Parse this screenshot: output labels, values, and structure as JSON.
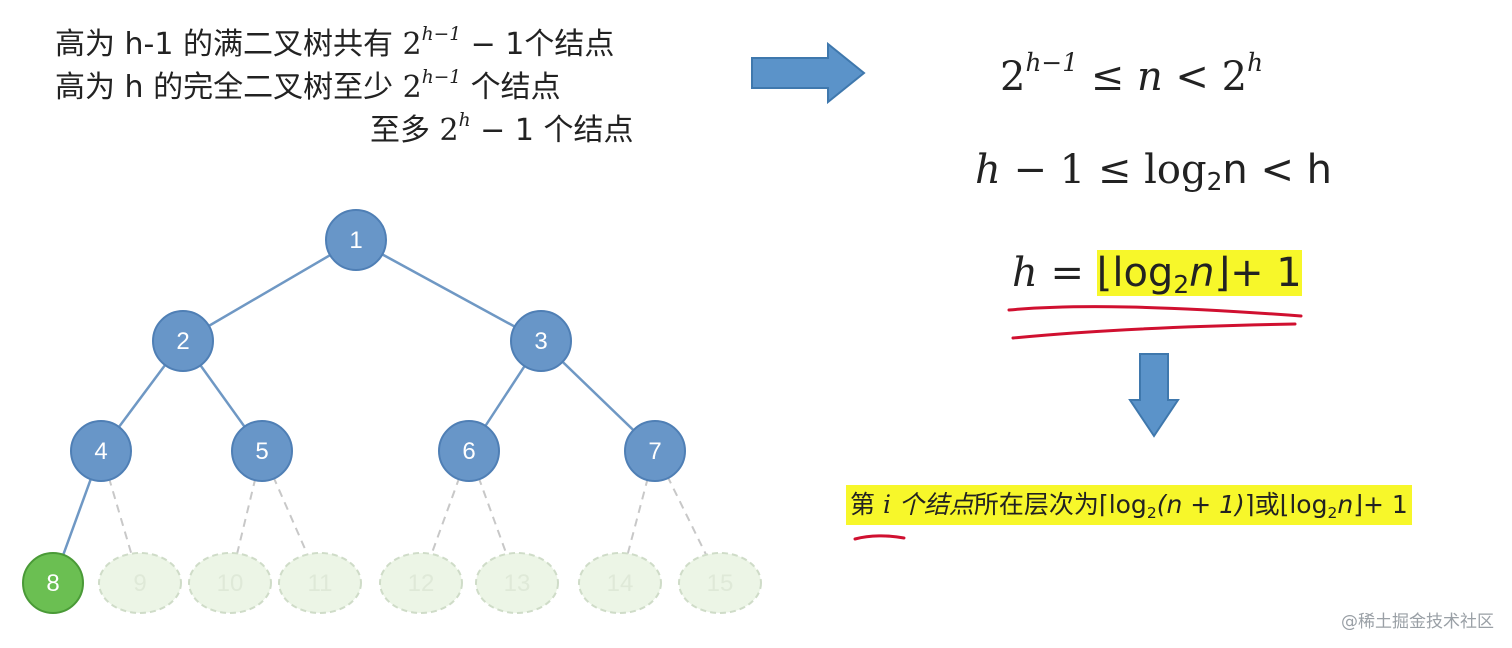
{
  "facts": {
    "line1": {
      "pre": "高为 h-1 的满二叉树共有 ",
      "base": "2",
      "exp": "h−1",
      "post": " − 1个结点"
    },
    "line2": {
      "pre": "高为 h 的完全二叉树至少 ",
      "base": "2",
      "exp": "h−1",
      "post": " 个结点"
    },
    "line3": {
      "pre": "至多 ",
      "base": "2",
      "exp": "h",
      "post": " − 1 个结点"
    }
  },
  "tree": {
    "solid_nodes": [
      "1",
      "2",
      "3",
      "4",
      "5",
      "6",
      "7",
      "8"
    ],
    "ghost_nodes": [
      "9",
      "10",
      "11",
      "12",
      "13",
      "14",
      "15"
    ],
    "colors": {
      "blue": "#6896c8",
      "blue_stroke": "#4f7fb5",
      "green": "#6bbf52",
      "green_stroke": "#4a9a37",
      "ghost": "#ecf5e6",
      "ghost_stroke": "#cfdcc8",
      "edge": "#6f98c4"
    }
  },
  "derivation": {
    "eq1": {
      "a": "2",
      "a_exp": "h−1",
      "rel1": " ≤ ",
      "n": "n",
      "rel2": " < ",
      "b": "2",
      "b_exp": "h"
    },
    "eq2": {
      "h": "h",
      "rest": " − 1 ≤ log",
      "sub": "2",
      "n": "n",
      "lt": " < h"
    },
    "eq3": {
      "h": "h",
      "eq": " = ",
      "floor_l": "⌊",
      "log": "log",
      "sub": "2",
      "n": "n",
      "floor_r": "⌋",
      "plus": "+ 1"
    }
  },
  "level": {
    "pre": "第 ",
    "i": "i",
    "mid": " 个结点",
    "mid2": "所在层次为",
    "ceil_l": "⌈",
    "log": "log",
    "sub": "2",
    "arg": "(n + 1)",
    "ceil_r": "⌉",
    "or": "或",
    "floor_l": "⌊",
    "log2": "log",
    "sub2": "2",
    "n": "n",
    "floor_r": "⌋",
    "plus": "+ 1"
  },
  "watermark": "@稀土掘金技术社区",
  "accent_colors": {
    "arrow": "#5b93c9",
    "highlight": "#f7f72a",
    "underline": "#d01030"
  }
}
